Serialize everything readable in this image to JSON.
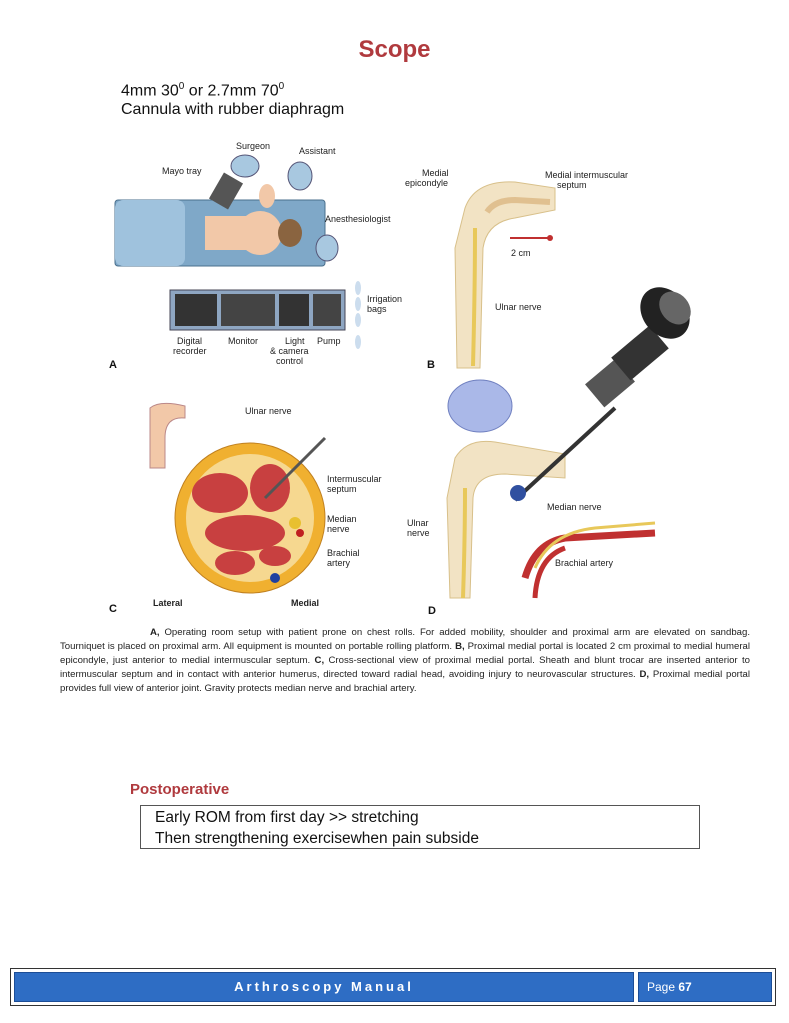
{
  "title": "Scope",
  "spec": {
    "line1_a": "4mm 30",
    "line1_sup1": "0",
    "line1_b": " or 2.7mm 70",
    "line1_sup2": "0",
    "line2": "Cannula with rubber diaphragm"
  },
  "figure": {
    "panelA": {
      "letter": "A",
      "surgeon": "Surgeon",
      "assistant": "Assistant",
      "mayo_tray": "Mayo tray",
      "anesthesiologist": "Anesthesiologist",
      "irrigation_1": "Irrigation",
      "irrigation_2": "bags",
      "digital_1": "Digital",
      "digital_2": "recorder",
      "monitor": "Monitor",
      "light_1": "Light",
      "light_2": "& camera",
      "light_3": "control",
      "pump": "Pump"
    },
    "panelB": {
      "letter": "B",
      "medial_epi_1": "Medial",
      "medial_epi_2": "epicondyle",
      "septum_1": "Medial intermuscular",
      "septum_2": "septum",
      "distance": "2 cm",
      "ulnar": "Ulnar nerve"
    },
    "panelC": {
      "letter": "C",
      "ulnar": "Ulnar nerve",
      "septum_1": "Intermuscular",
      "septum_2": "septum",
      "median_1": "Median",
      "median_2": "nerve",
      "brachial_1": "Brachial",
      "brachial_2": "artery",
      "lateral": "Lateral",
      "medial": "Medial"
    },
    "panelD": {
      "letter": "D",
      "median": "Median nerve",
      "ulnar_1": "Ulnar",
      "ulnar_2": "nerve",
      "brachial": "Brachial artery"
    }
  },
  "caption": {
    "a_label": "A,",
    "a_text": " Operating room setup with patient prone on chest rolls. For added mobility, shoulder and proximal arm are elevated on sandbag. Tourniquet is placed on proximal arm. All equipment is mounted on portable rolling platform. ",
    "b_label": "B,",
    "b_text": " Proximal medial portal is located 2 cm proximal to medial humeral epicondyle, just anterior to medial intermuscular septum. ",
    "c_label": "C,",
    "c_text": " Cross-sectional view of proximal medial portal. Sheath and blunt trocar are inserted anterior to intermuscular septum and in contact with anterior humerus, directed toward radial head, avoiding injury to neurovascular structures. ",
    "d_label": "D,",
    "d_text": " Proximal medial portal provides full view of anterior joint. Gravity protects median nerve and brachial artery."
  },
  "postoperative": {
    "heading": "Postoperative",
    "line1": "Early ROM from first day >> stretching",
    "line2": "Then strengthening exercisewhen pain subside"
  },
  "footer": {
    "manual": "Arthroscopy Manual",
    "page_label": "Page",
    "page_number": "67"
  }
}
